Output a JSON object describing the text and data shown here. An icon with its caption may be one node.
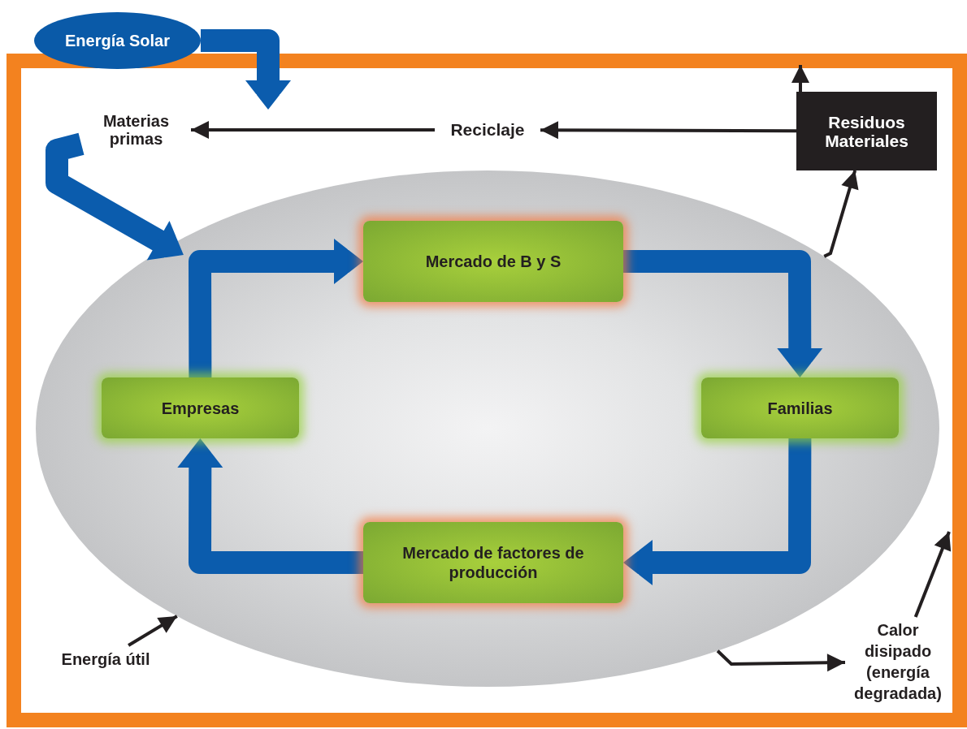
{
  "diagram": {
    "nodes": [
      {
        "text": [
          "Energía Solar"
        ]
      },
      {
        "text": [
          "Materias primas"
        ]
      },
      {
        "text": [
          "Reciclaje"
        ]
      },
      {
        "text": [
          "Residuos Materiales"
        ]
      },
      {
        "text": [],
        "shape": "ellipse"
      },
      {
        "text": [
          "Mercado de B y S"
        ],
        "in": 4
      },
      {
        "text": [
          "Empresas"
        ],
        "in": 4
      },
      {
        "text": [
          "Familias"
        ],
        "in": 4
      },
      {
        "text": [
          "Mercado de factores de producción"
        ],
        "in": 4
      },
      {
        "text": [
          "Energía útil"
        ]
      },
      {
        "text": [
          "Calor disipado (energía degradada)"
        ]
      }
    ],
    "edges": [
      {
        "from": 0,
        "to": null,
        "arrow": "to",
        "style": "thick",
        "color": "#0b5cad"
      },
      {
        "from": 3,
        "to": 2,
        "arrow": "to"
      },
      {
        "from": 2,
        "to": 1,
        "arrow": "to"
      },
      {
        "from": 3,
        "to": null,
        "arrow": "to"
      },
      {
        "from": 1,
        "to": 4,
        "arrow": "to",
        "style": "thick",
        "color": "#0b5cad"
      },
      {
        "from": 4,
        "to": 3,
        "arrow": "to"
      },
      {
        "from": 6,
        "to": 5,
        "arrow": "to",
        "style": "thick",
        "color": "#0b5cad"
      },
      {
        "from": 5,
        "to": 7,
        "arrow": "to",
        "style": "thick",
        "color": "#0b5cad"
      },
      {
        "from": 7,
        "to": 8,
        "arrow": "to",
        "style": "thick",
        "color": "#0b5cad"
      },
      {
        "from": 8,
        "to": 6,
        "arrow": "to",
        "style": "thick",
        "color": "#0b5cad"
      },
      {
        "from": 9,
        "to": 4,
        "arrow": "to"
      },
      {
        "from": 4,
        "to": 10,
        "arrow": "to"
      },
      {
        "from": 10,
        "to": null,
        "arrow": "to"
      }
    ]
  }
}
